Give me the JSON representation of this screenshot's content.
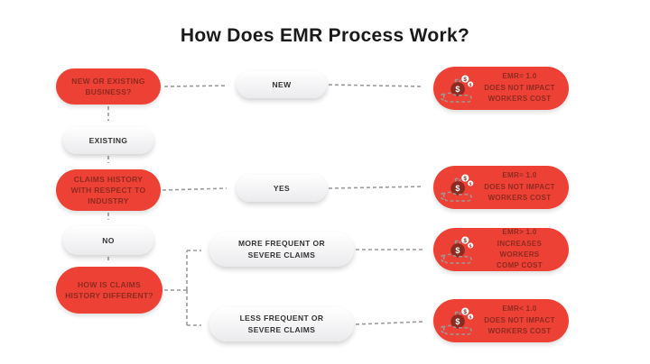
{
  "title": "How Does EMR Process Work?",
  "colors": {
    "node_red": "#ee4136",
    "red_text": "#8e2a20",
    "pill_text": "#333333",
    "connector": "#9a9a9a",
    "title_text": "#1a1a1a"
  },
  "nodes": {
    "q_business": {
      "label": "NEW OR EXISTING BUSINESS?"
    },
    "pill_new": {
      "label": "NEW"
    },
    "result_new": {
      "lines": [
        "EMR= 1.0",
        "DOES NOT IMPACT",
        "WORKERS COST"
      ]
    },
    "pill_existing": {
      "label": "EXISTING"
    },
    "q_claims_history": {
      "label": "CLAIMS HISTORY WITH RESPECT TO INDUSTRY"
    },
    "pill_yes": {
      "label": "YES"
    },
    "result_yes": {
      "lines": [
        "EMR= 1.0",
        "DOES NOT IMPACT",
        "WORKERS COST"
      ]
    },
    "pill_no": {
      "label": "NO"
    },
    "q_claims_different": {
      "label": "HOW IS CLAIMS HISTORY DIFFERENT?"
    },
    "pill_more_claims": {
      "label": "MORE FREQUENT OR SEVERE CLAIMS"
    },
    "result_more": {
      "lines": [
        "EMR> 1.0",
        "INCREASES WORKERS",
        "COMP COST"
      ]
    },
    "pill_less_claims": {
      "label": "LESS FREQUENT OR SEVERE CLAIMS"
    },
    "result_less": {
      "lines": [
        "EMR< 1.0",
        "DOES NOT IMPACT",
        "WORKERS COST"
      ]
    }
  },
  "icons": {
    "result_icon": "hand-holding-money"
  }
}
